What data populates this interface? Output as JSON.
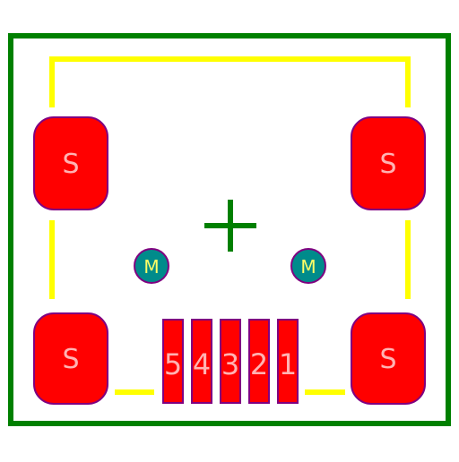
{
  "colors": {
    "background": "#ffffff",
    "board_outline": "#008000",
    "silkscreen": "#ffff00",
    "pad_fill": "#ff0000",
    "pad_stroke": "#800080",
    "pad_label": "#ffb3b3",
    "mounting_hole_fill": "#008b8b",
    "mounting_hole_label": "#ffff66",
    "origin_marker": "#008000"
  },
  "pads": {
    "shield": [
      {
        "id": "top-left",
        "label": "S"
      },
      {
        "id": "top-right",
        "label": "S"
      },
      {
        "id": "bottom-left",
        "label": "S"
      },
      {
        "id": "bottom-right",
        "label": "S"
      }
    ],
    "signal": [
      {
        "label": "5"
      },
      {
        "label": "4"
      },
      {
        "label": "3"
      },
      {
        "label": "2"
      },
      {
        "label": "1"
      }
    ]
  },
  "mounting_holes": [
    {
      "id": "left",
      "label": "M"
    },
    {
      "id": "right",
      "label": "M"
    }
  ],
  "icons": {
    "origin": "crosshair-plus-icon"
  }
}
